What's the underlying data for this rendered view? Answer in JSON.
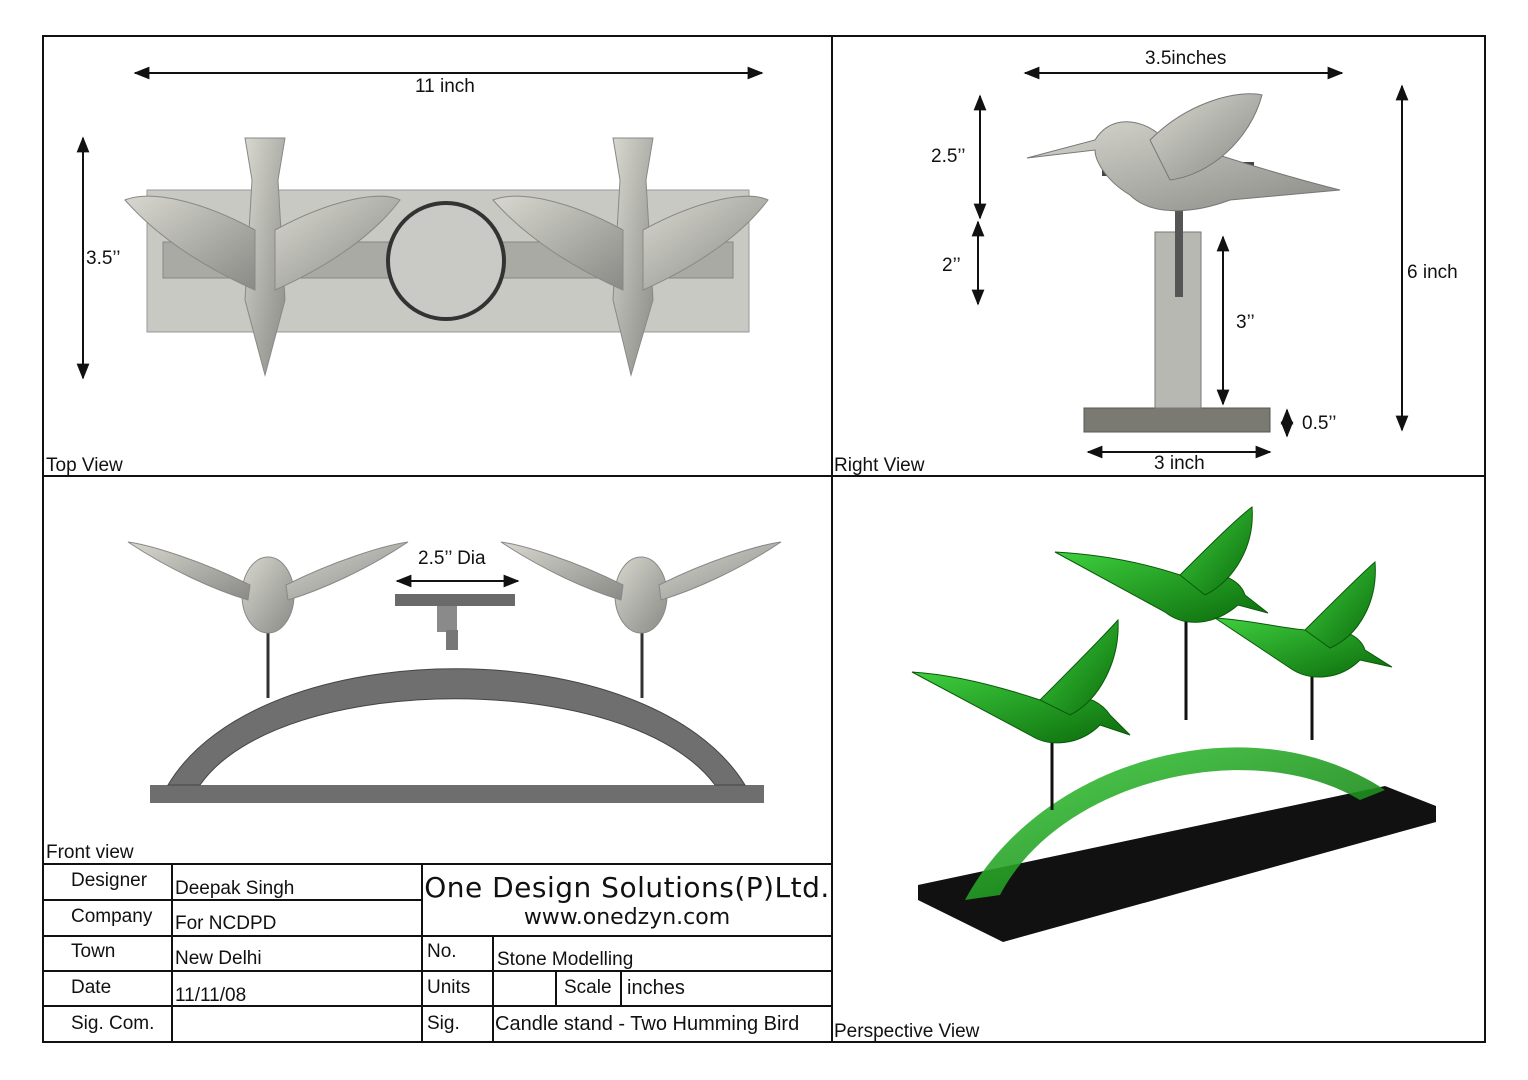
{
  "views": {
    "top": {
      "label": "Top View",
      "dims": {
        "width": "11 inch",
        "depth": "3.5’’"
      }
    },
    "right": {
      "label": "Right View",
      "dims": {
        "width": "3.5inches",
        "bird": "2.5’’",
        "post": "2’’",
        "stem": "3’’",
        "total": "6 inch",
        "base": "0.5’’",
        "base_width": "3 inch"
      }
    },
    "front": {
      "label": "Front view",
      "dims": {
        "dia": "2.5’’ Dia"
      }
    },
    "perspective": {
      "label": "Perspective View"
    }
  },
  "colors": {
    "model_gray": "#9a9a9a",
    "acrylic_green": "#1e9a1e",
    "base_black": "#111111"
  },
  "title_block": {
    "rows": [
      {
        "label": "Designer",
        "value": "Deepak Singh"
      },
      {
        "label": "Company",
        "value": "For NCDPD"
      },
      {
        "label": "Town",
        "value": "New Delhi"
      },
      {
        "label": "Date",
        "value": "11/11/08"
      },
      {
        "label": "Sig. Com.",
        "value": ""
      }
    ],
    "company_name": "One Design Solutions(P)Ltd.",
    "website": "www.onedzyn.com",
    "no_label": "No.",
    "no_value": "Stone Modelling",
    "units_label": "Units",
    "units_value": "",
    "scale_label": "Scale",
    "scale_value": "inches",
    "sig_label": "Sig.",
    "sig_value": "Candle stand - Two Humming Bird"
  }
}
